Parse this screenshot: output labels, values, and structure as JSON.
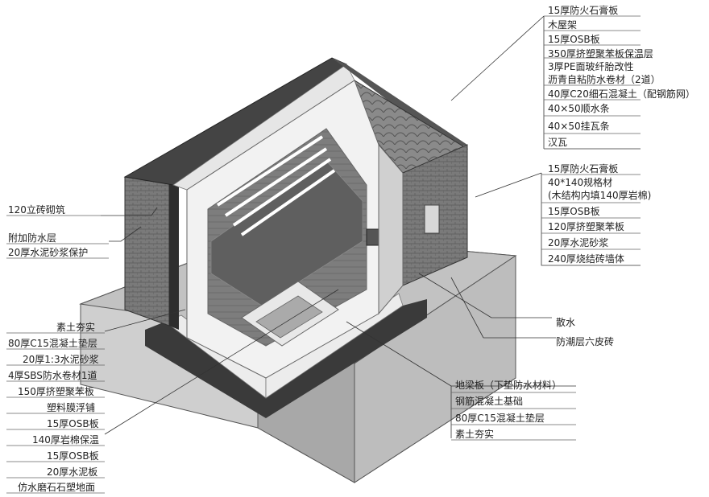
{
  "labels": {
    "roof": [
      "15厚防火石膏板",
      "木屋架",
      "15厚OSB板",
      "350厚挤塑聚苯板保温层",
      "3厚PE面玻纤胎改性",
      "沥青自粘防水卷材（2道）",
      "40厚C20细石混凝土（配钢筋网）",
      "40×50顺水条",
      "40×50挂瓦条",
      "汉瓦"
    ],
    "wall_right": [
      "15厚防火石膏板",
      "40*140规格材",
      "(木结构内填140厚岩棉)",
      "15厚OSB板",
      "120厚挤塑聚苯板",
      "20厚水泥砂浆",
      "240厚烧结砖墙体"
    ],
    "wall_left": [
      "120立砖砌筑",
      "附加防水层",
      "20厚水泥砂浆保护"
    ],
    "floor_left": [
      "素土夯实",
      "80厚C15混凝土垫层",
      "20厚1:3水泥砂浆",
      "4厚SBS防水卷材1道",
      "150厚挤塑聚苯板",
      "塑料膜浮铺",
      "15厚OSB板",
      "140厚岩棉保温",
      "15厚OSB板",
      "20厚水泥板",
      "仿水磨石石塑地面"
    ],
    "apron": [
      "散水",
      "防潮层六皮砖"
    ],
    "foundation": [
      "地梁板（下垫防水材料）",
      "钢筋混凝土基础",
      "80厚C15混凝土垫层",
      "素土夯实"
    ]
  },
  "colors": {
    "brick": "#6e6e6e",
    "dark": "#3a3a3a",
    "slab": "#b9b9b9",
    "light": "#ececec",
    "line": "#333333"
  }
}
